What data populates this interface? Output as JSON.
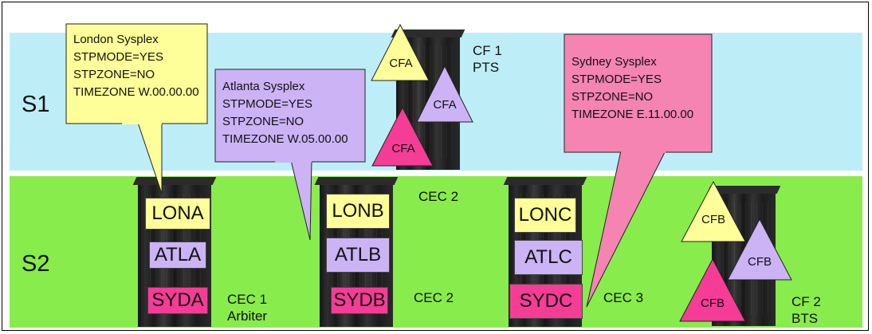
{
  "strata": {
    "s1": "S1",
    "s2": "S2"
  },
  "callouts": {
    "london": {
      "title": "London Sysplex",
      "mode": "STPMODE=YES",
      "zone": "STPZONE=NO",
      "tz": "TIMEZONE W.00.00.00"
    },
    "atlanta": {
      "title": "Atlanta Sysplex",
      "mode": "STPMODE=YES",
      "zone": "STPZONE=NO",
      "tz": "TIMEZONE W.05.00.00"
    },
    "sydney": {
      "title": "Sydney Sysplex",
      "mode": "STPMODE=YES",
      "zone": "STPZONE=NO",
      "tz": "TIMEZONE E.11.00.00"
    }
  },
  "cf1": {
    "label_line1": "CF 1",
    "label_line2": "PTS",
    "tri": [
      "CFA",
      "CFA",
      "CFA"
    ]
  },
  "cf2": {
    "label_line1": "CF 2",
    "label_line2": "BTS",
    "tri": [
      "CFB",
      "CFB",
      "CFB"
    ]
  },
  "cec1": {
    "label_line1": "CEC 1",
    "label_line2": "Arbiter",
    "lpars": [
      "LONA",
      "ATLA",
      "SYDA"
    ]
  },
  "cec2": {
    "label_top": "CEC 2",
    "label_bottom": "CEC 2",
    "lpars": [
      "LONB",
      "ATLB",
      "SYDB"
    ]
  },
  "cec3": {
    "label": "CEC 3",
    "lpars": [
      "LONC",
      "ATLC",
      "SYDC"
    ]
  },
  "colors": {
    "london": "#ffff99",
    "atlanta": "#ccb3f5",
    "sydney": "#f53c96",
    "s1_band": "#bdeef8",
    "s2_band": "#88ec4c"
  }
}
